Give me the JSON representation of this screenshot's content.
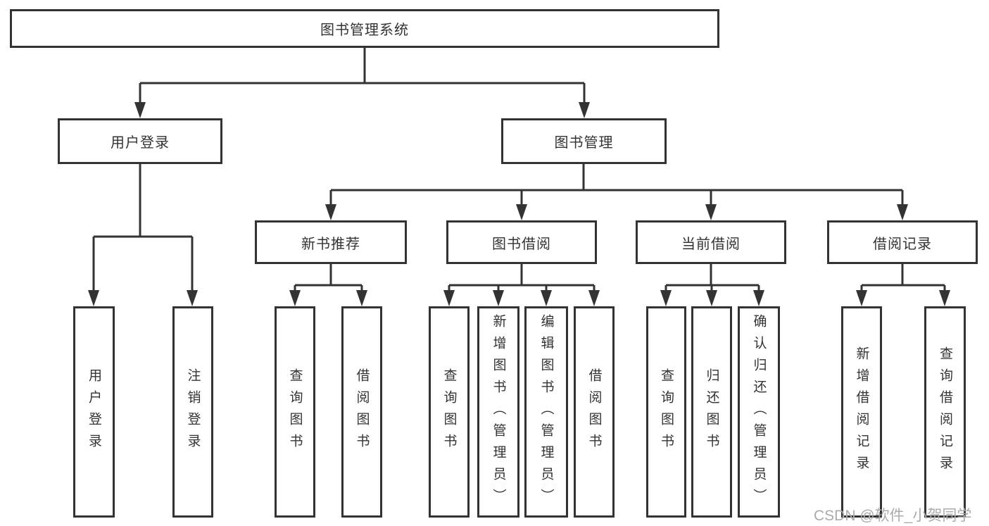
{
  "nodes": {
    "root": {
      "label": "图书管理系统"
    },
    "user_login": {
      "label": "用户登录",
      "children": {
        "login": {
          "label": "用户登录"
        },
        "logout": {
          "label": "注销登录"
        }
      }
    },
    "book_management": {
      "label": "图书管理",
      "children": {
        "new_book_recommend": {
          "label": "新书推荐",
          "children": {
            "query_book": {
              "label": "查询图书"
            },
            "borrow_book": {
              "label": "借阅图书"
            }
          }
        },
        "book_borrow": {
          "label": "图书借阅",
          "children": {
            "query_book": {
              "label": "查询图书"
            },
            "add_book_admin": {
              "label": "新增图书（管理员）"
            },
            "edit_book_admin": {
              "label": "编辑图书（管理员）"
            },
            "borrow_book": {
              "label": "借阅图书"
            }
          }
        },
        "current_borrow": {
          "label": "当前借阅",
          "children": {
            "query_book": {
              "label": "查询图书"
            },
            "return_book": {
              "label": "归还图书"
            },
            "confirm_return_admin": {
              "label": "确认归还（管理员）"
            }
          }
        },
        "borrow_record": {
          "label": "借阅记录",
          "children": {
            "add_borrow_record": {
              "label": "新增借阅记录"
            },
            "query_borrow_record": {
              "label": "查询借阅记录"
            }
          }
        }
      }
    }
  },
  "watermark": "CSDN @软件_小贺同学",
  "colors": {
    "line": "#333333",
    "text": "#333333",
    "watermark": "#ababab",
    "background": "#ffffff"
  }
}
